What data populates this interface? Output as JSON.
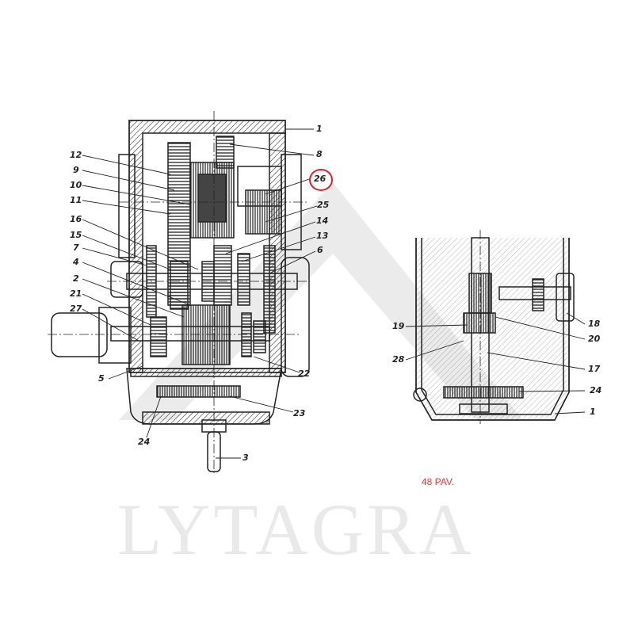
{
  "watermark": "LYTAGRA",
  "figure_label": "48 PAV.",
  "highlight_color": "#e02020",
  "left_view_labels": [
    "1",
    "8",
    "26",
    "25",
    "14",
    "13",
    "6",
    "12",
    "9",
    "10",
    "11",
    "16",
    "15",
    "7",
    "4",
    "2",
    "21",
    "27",
    "5",
    "22",
    "23",
    "24",
    "3"
  ],
  "right_view_labels": [
    "18",
    "19",
    "20",
    "28",
    "17",
    "24",
    "1"
  ],
  "highlighted_label": "26"
}
